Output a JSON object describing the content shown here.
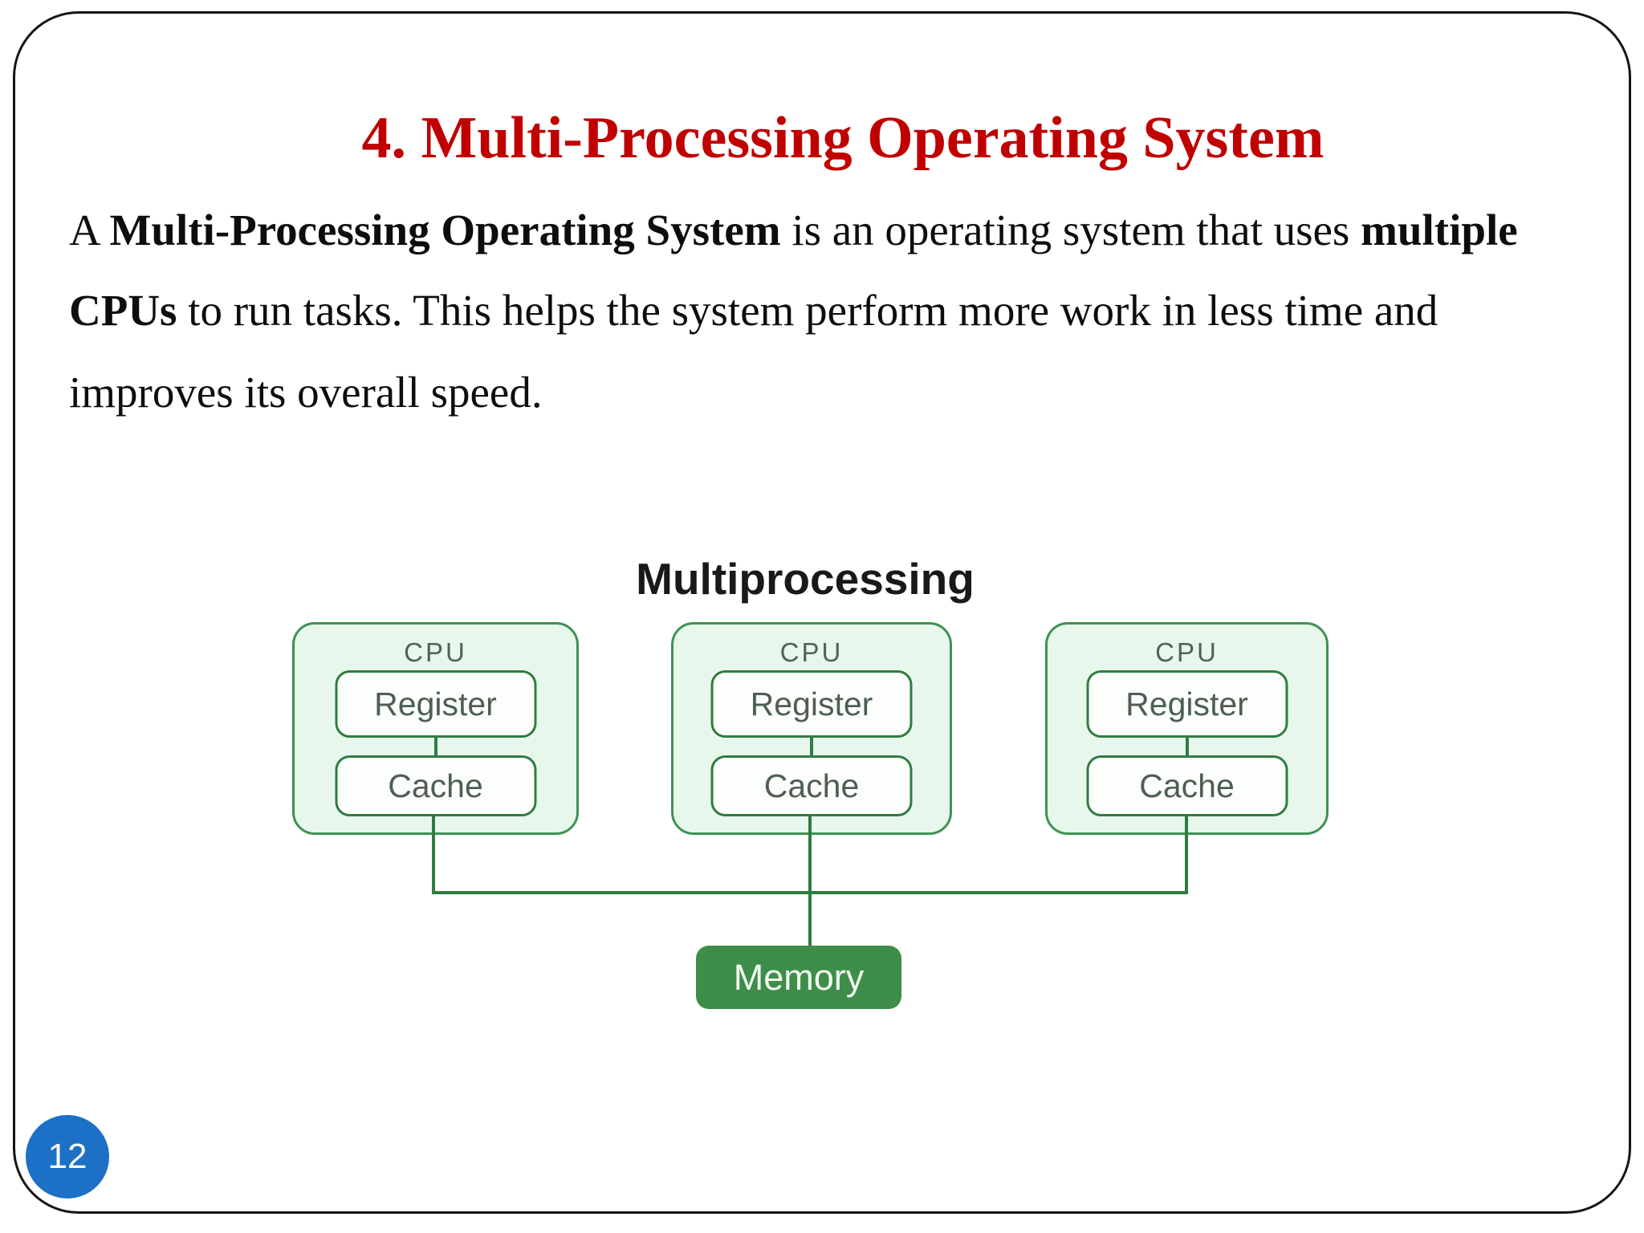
{
  "slide": {
    "title": "4. Multi-Processing Operating System",
    "page_number": "12"
  },
  "body": {
    "lines": [
      {
        "segments": [
          {
            "text": "A ",
            "bold": false
          },
          {
            "text": "Multi-Processing Operating System",
            "bold": true
          },
          {
            "text": " is an operating system that uses ",
            "bold": false
          },
          {
            "text": "multiple",
            "bold": true
          }
        ]
      },
      {
        "segments": [
          {
            "text": "CPUs",
            "bold": true
          },
          {
            "text": " to run tasks. This helps the system perform more work in less time and",
            "bold": false
          }
        ]
      },
      {
        "segments": [
          {
            "text": "improves its overall speed.",
            "bold": false
          }
        ]
      }
    ]
  },
  "diagram": {
    "title": "Multiprocessing",
    "cpus": [
      {
        "label": "CPU",
        "register_label": "Register",
        "cache_label": "Cache"
      },
      {
        "label": "CPU",
        "register_label": "Register",
        "cache_label": "Cache"
      },
      {
        "label": "CPU",
        "register_label": "Register",
        "cache_label": "Cache"
      }
    ],
    "memory_label": "Memory",
    "colors": {
      "cpu_box_fill": "#E8F7EC",
      "cpu_box_border": "#3F9155",
      "inner_box_border": "#2F7C41",
      "memory_fill": "#3E8D49",
      "label_text": "#4D5F54",
      "connector_line": "#2F7C41"
    }
  },
  "colors": {
    "title_red": "#C00000",
    "body_text": "#0D0D0D",
    "page_badge_blue": "#1C70C5",
    "slide_border": "#151515"
  }
}
